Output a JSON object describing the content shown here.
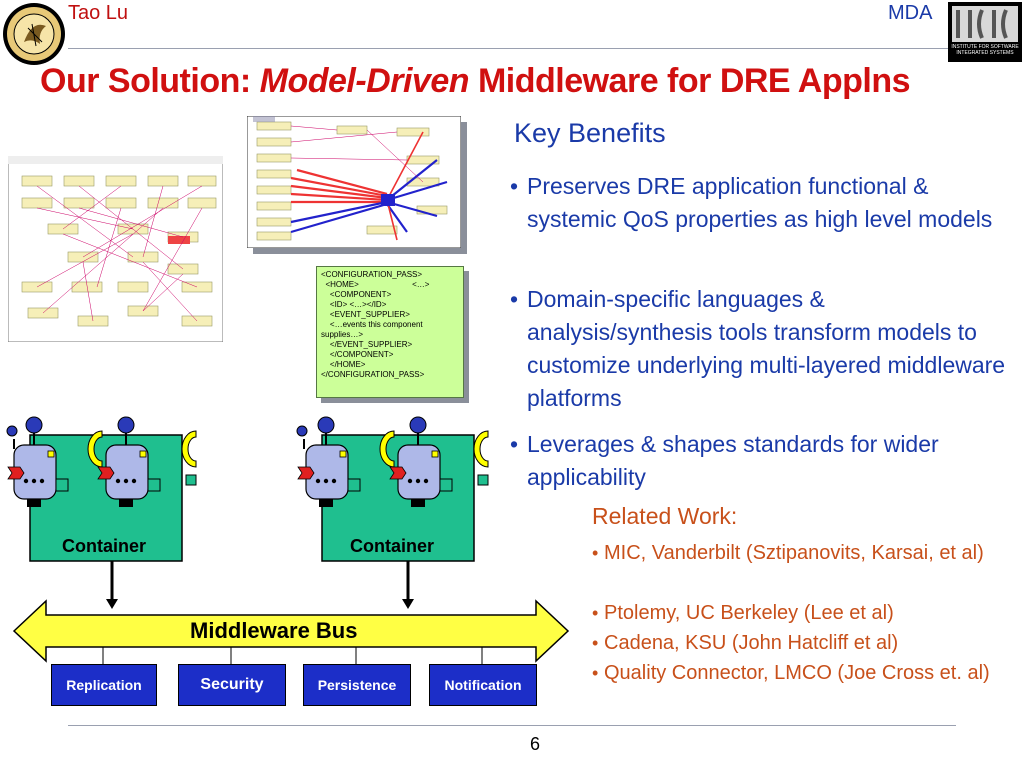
{
  "header": {
    "author": "Tao Lu",
    "topic": "MDA",
    "badge_text": "INSTITUTE FOR SOFTWARE INTEGRATED SYSTEMS"
  },
  "title": {
    "part1": "Our Solution: ",
    "part2": "Model-Driven",
    "part3": " Middleware for DRE Applns"
  },
  "key_benefits": {
    "heading": "Key Benefits",
    "bullets": [
      "Preserves DRE application functional & systemic QoS properties as high level models",
      "Domain-specific languages & analysis/synthesis tools transform models to customize underlying multi-layered middleware platforms",
      "Leverages & shapes standards for wider applicability"
    ]
  },
  "related_work": {
    "heading": "Related Work:",
    "items": [
      "MIC, Vanderbilt (Sztipanovits, Karsai, et al)",
      "Ptolemy, UC Berkeley (Lee et al)",
      "Cadena, KSU (John Hatcliff et al)",
      "Quality Connector, LMCO (Joe Cross et. al)"
    ]
  },
  "xml_snippet": [
    "<CONFIGURATION_PASS>",
    "  <HOME>                        <…>",
    "",
    "    <COMPONENT>",
    "    <ID> <…></ID>",
    "    <EVENT_SUPPLIER>",
    "    <…events this component",
    "supplies…>",
    "    </EVENT_SUPPLIER>",
    "    </COMPONENT>",
    "    </HOME>",
    "</CONFIGURATION_PASS>"
  ],
  "diagram": {
    "container_label_left": "Container",
    "container_label_right": "Container",
    "bus_label": "Middleware Bus",
    "services": [
      "Replication",
      "Security",
      "Persistence",
      "Notification"
    ]
  },
  "page_number": "6",
  "colors": {
    "title_red": "#d01010",
    "benefit_blue": "#1a3aa8",
    "related_orange": "#c8501a",
    "container_green": "#1fbf8f",
    "bus_yellow": "#ffff44",
    "service_blue": "#1c2ec8"
  }
}
